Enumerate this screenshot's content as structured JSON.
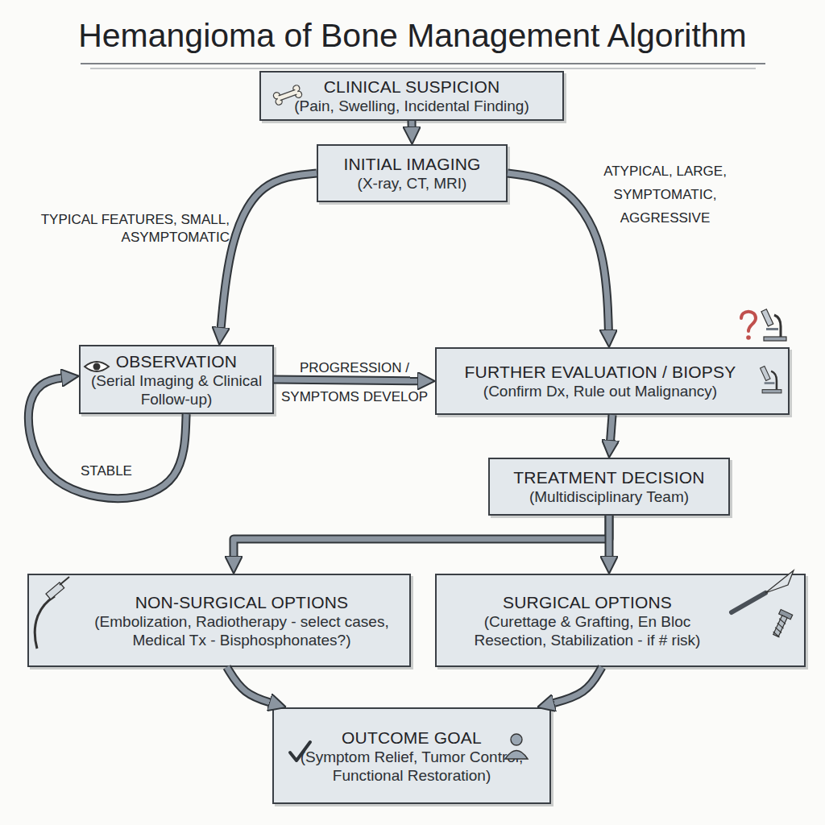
{
  "diagram": {
    "title": "Hemangioma of Bone Management Algorithm",
    "nodes": [
      {
        "text": [
          "CLINICAL SUSPICION",
          "(Pain, Swelling, Incidental Finding)"
        ]
      },
      {
        "text": [
          "INITIAL IMAGING",
          "(X-ray, CT, MRI)"
        ]
      },
      {
        "text": [
          "OBSERVATION",
          "(Serial Imaging & Clinical Follow-up)"
        ]
      },
      {
        "text": [
          "FURTHER EVALUATION / BIOPSY",
          "(Confirm Dx, Rule out Malignancy)"
        ]
      },
      {
        "text": [
          "TREATMENT DECISION",
          "(Multidisciplinary Team)"
        ]
      },
      {
        "text": [
          "NON-SURGICAL OPTIONS",
          "(Embolization, Radiotherapy - select cases, Medical Tx - Bisphosphonates?)"
        ]
      },
      {
        "text": [
          "SURGICAL OPTIONS",
          "(Curettage & Grafting, En Bloc Resection, Stabilization - if # risk)"
        ]
      },
      {
        "text": [
          "OUTCOME GOAL",
          "(Symptom Relief, Tumor Control, Functional Restoration)"
        ]
      }
    ],
    "edges": [
      {
        "from": 0,
        "to": 1,
        "arrow": "to"
      },
      {
        "from": 1,
        "to": 2,
        "label": "TYPICAL FEATURES, SMALL, ASYMPTOMATIC",
        "arrow": "to"
      },
      {
        "from": 1,
        "to": 3,
        "label": "ATYPICAL, LARGE, SYMPTOMATIC, AGGRESSIVE",
        "arrow": "to"
      },
      {
        "from": 2,
        "to": 3,
        "label": "PROGRESSION / SYMPTOMS DEVELOP",
        "arrow": "to"
      },
      {
        "from": 2,
        "to": 2,
        "label": "STABLE",
        "arrow": "to"
      },
      {
        "from": 3,
        "to": 4,
        "arrow": "to"
      },
      {
        "from": 4,
        "to": 5,
        "arrow": "to"
      },
      {
        "from": 4,
        "to": 6,
        "arrow": "to"
      },
      {
        "from": 5,
        "to": 7,
        "arrow": "to"
      },
      {
        "from": 6,
        "to": 7,
        "arrow": "to"
      }
    ]
  }
}
